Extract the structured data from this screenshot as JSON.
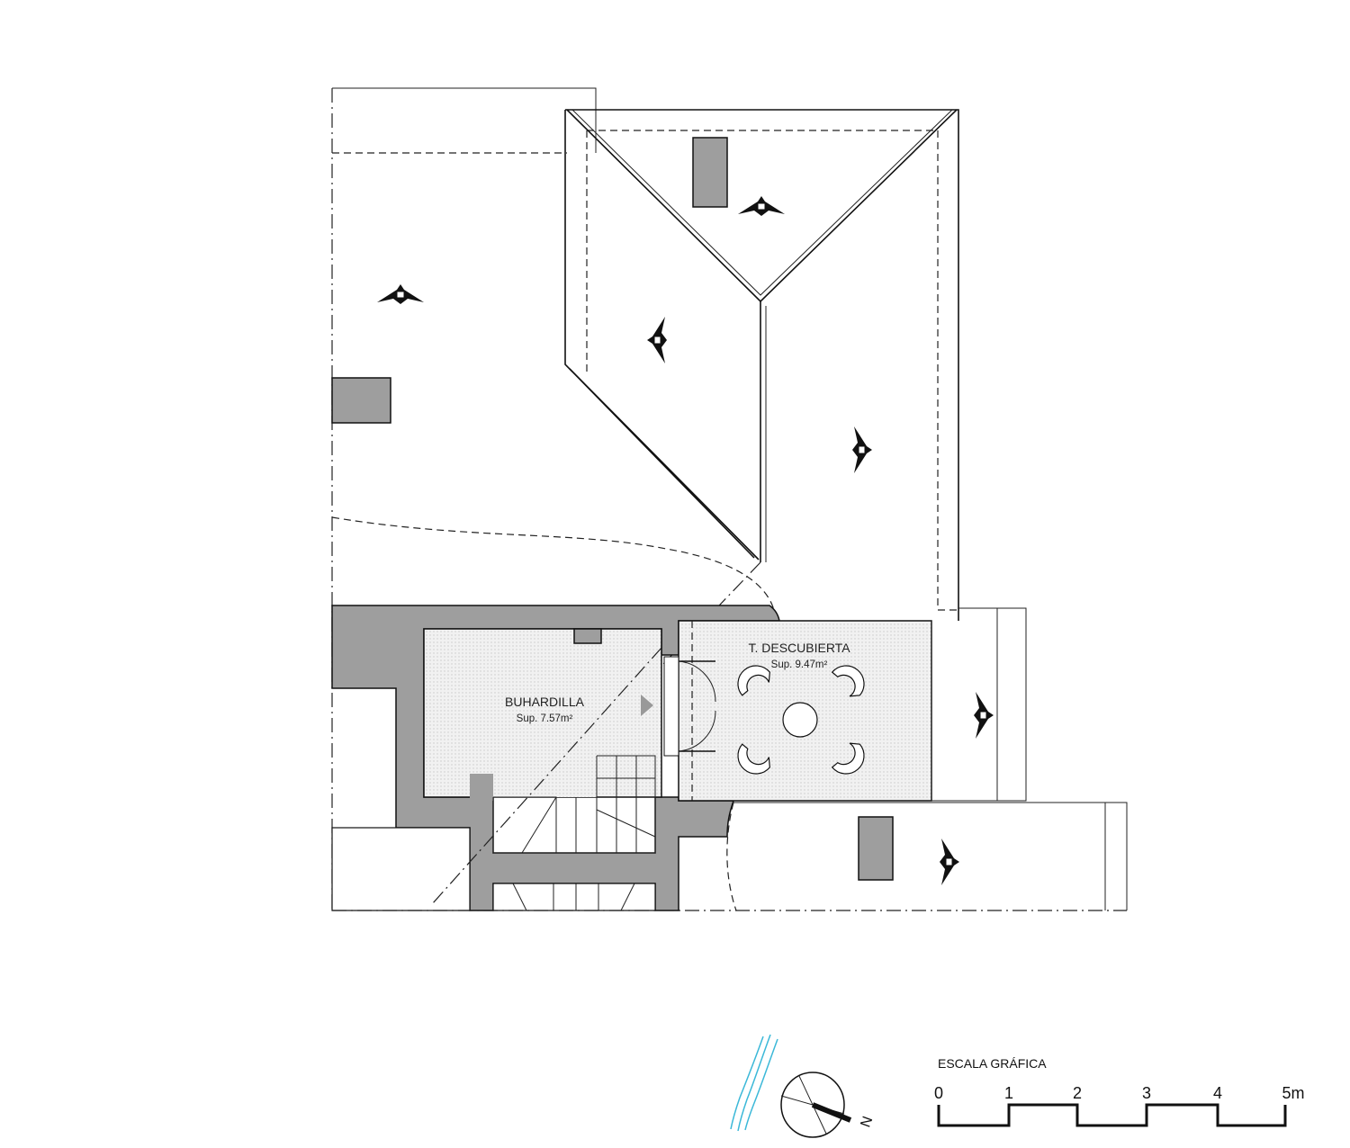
{
  "rooms": [
    {
      "name": "BUHARDILLA",
      "area": "Sup. 7.57m²"
    },
    {
      "name": "T. DESCUBIERTA",
      "area": "Sup. 9.47m²"
    }
  ],
  "scale": {
    "title": "ESCALA GRÁFICA",
    "ticks": [
      "0",
      "1",
      "2",
      "3",
      "4",
      "5m"
    ]
  },
  "north": {
    "label": "N"
  },
  "colors": {
    "wall": "#9e9e9e",
    "water": "#3bb8d8",
    "line": "#111111"
  }
}
